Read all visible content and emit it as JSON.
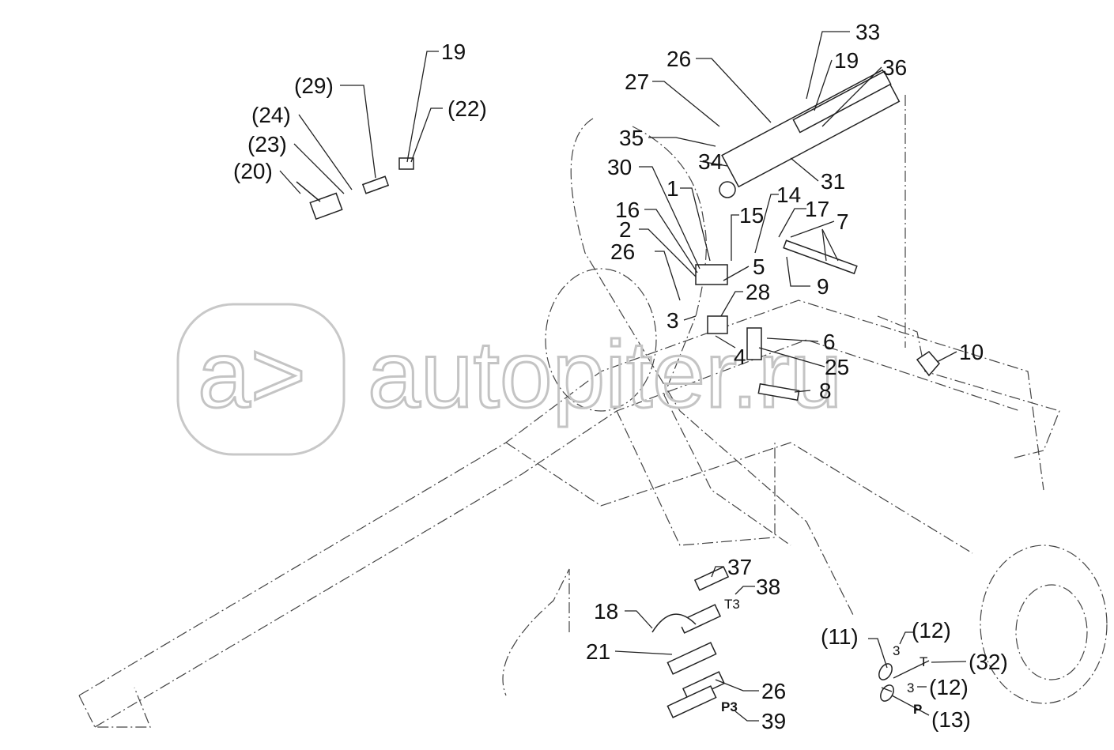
{
  "watermark": {
    "logo_text": "a>",
    "site": "autopiter.ru"
  },
  "labels": {
    "l19a": "19",
    "l29": "(29)",
    "l24": "(24)",
    "l22": "(22)",
    "l23": "(23)",
    "l20": "(20)",
    "l33": "33",
    "l26a": "26",
    "l19b": "19",
    "l36": "36",
    "l27": "27",
    "l35": "35",
    "l34": "34",
    "l31": "31",
    "l30": "30",
    "l1": "1",
    "l14": "14",
    "l15": "15",
    "l17": "17",
    "l7": "7",
    "l16": "16",
    "l2": "2",
    "l26b": "26",
    "l5": "5",
    "l9": "9",
    "l28": "28",
    "l3": "3",
    "l6": "6",
    "l10": "10",
    "l4": "4",
    "l25": "25",
    "l8": "8",
    "l37": "37",
    "l38": "38",
    "lT3": "T3",
    "l18": "18",
    "l21": "21",
    "l26c": "26",
    "lP3": "P3",
    "l39": "39",
    "l12a": "(12)",
    "l11": "(11)",
    "l3a": "3",
    "lT": "T",
    "l32": "(32)",
    "l3b": "3",
    "l12b": "(12)",
    "lP": "P",
    "l13": "(13)"
  }
}
